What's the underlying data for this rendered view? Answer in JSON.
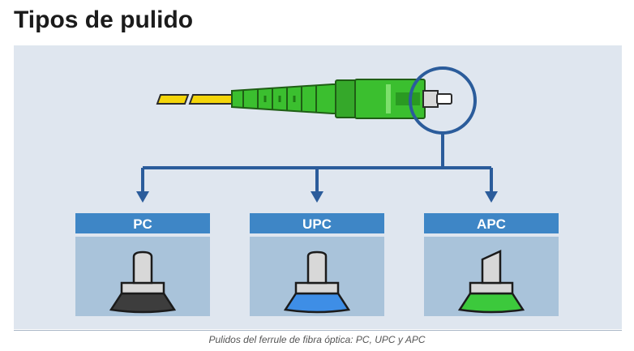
{
  "title": "Tipos de pulido",
  "caption": "Pulidos del ferrule de fibra óptica: PC, UPC y APC",
  "polish_types": [
    {
      "label": "PC",
      "color": "#3d3d3d"
    },
    {
      "label": "UPC",
      "color": "#3e8ee6"
    },
    {
      "label": "APC",
      "color": "#3cc93c"
    }
  ],
  "colors": {
    "background": "#dfe6ef",
    "header_blue": "#3e86c6",
    "panel_blue": "#a9c3da",
    "line_blue": "#2b5c9b",
    "connector_green": "#3bbf2f",
    "cable_yellow": "#f4d50a"
  }
}
